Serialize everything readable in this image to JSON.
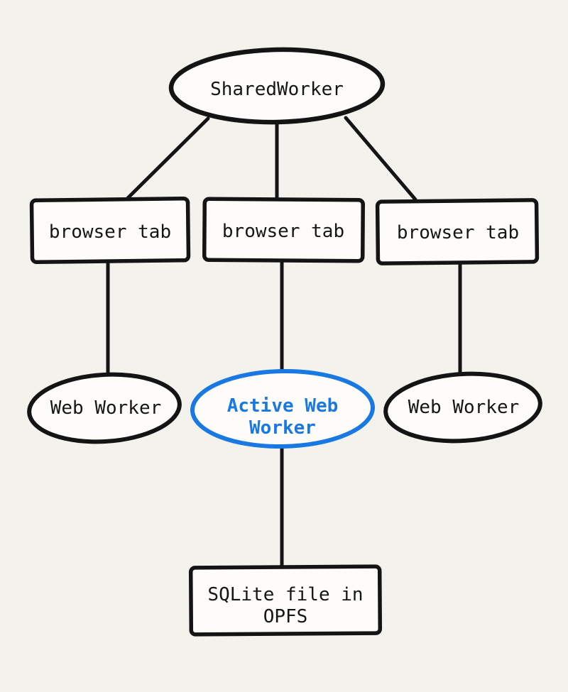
{
  "diagram": {
    "description": "SharedWorker architecture diagram",
    "colors": {
      "canvas_background": "#f4f2ed",
      "shape_fill": "#fdfcf9",
      "ink": "#141414",
      "accent_blue": "#1a78e2"
    },
    "nodes": {
      "shared_worker": {
        "label": "SharedWorker",
        "shape": "ellipse"
      },
      "browser_tab_left": {
        "label": "browser tab",
        "shape": "rect"
      },
      "browser_tab_center": {
        "label": "browser tab",
        "shape": "rect"
      },
      "browser_tab_right": {
        "label": "browser tab",
        "shape": "rect"
      },
      "web_worker_left": {
        "label": "Web Worker",
        "shape": "ellipse"
      },
      "active_web_worker": {
        "label": "Active Web Worker",
        "line1": "Active Web",
        "line2": "Worker",
        "shape": "ellipse",
        "accent": true
      },
      "web_worker_right": {
        "label": "Web Worker",
        "shape": "ellipse"
      },
      "sqlite_opfs": {
        "label": "SQLite file in OPFS",
        "line1": "SQLite file in",
        "line2": "OPFS",
        "shape": "rect"
      }
    },
    "edges": [
      {
        "from": "shared_worker",
        "to": "browser_tab_left"
      },
      {
        "from": "shared_worker",
        "to": "browser_tab_center"
      },
      {
        "from": "shared_worker",
        "to": "browser_tab_right"
      },
      {
        "from": "browser_tab_left",
        "to": "web_worker_left"
      },
      {
        "from": "browser_tab_center",
        "to": "active_web_worker"
      },
      {
        "from": "browser_tab_right",
        "to": "web_worker_right"
      },
      {
        "from": "active_web_worker",
        "to": "sqlite_opfs"
      }
    ]
  }
}
